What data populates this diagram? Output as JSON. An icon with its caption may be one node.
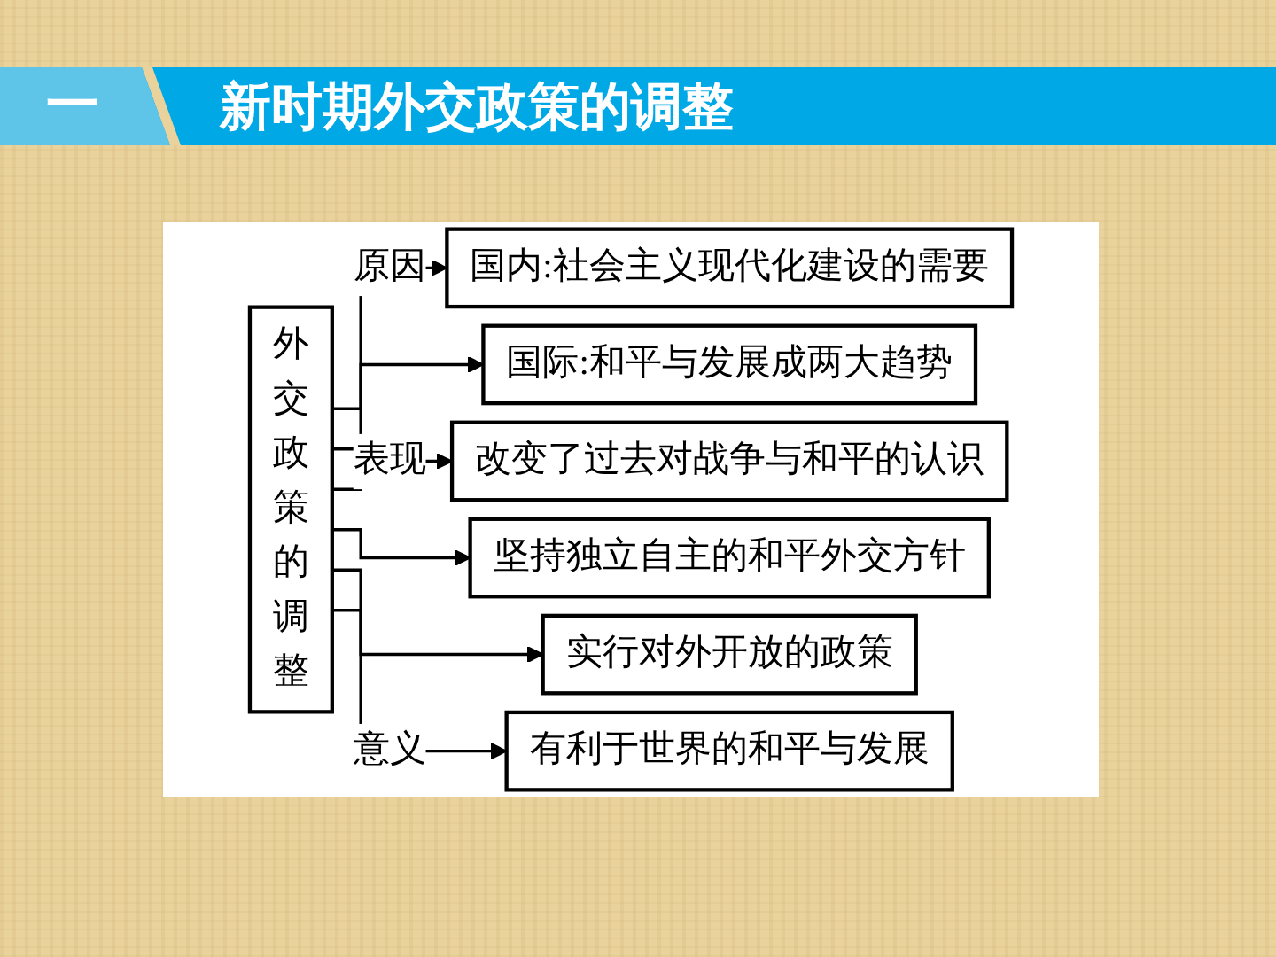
{
  "diagram": {
    "title": "新时期外交政策的调整",
    "nodes": [
      {
        "text": [
          "外交政策的调整"
        ]
      },
      {
        "text": [
          "国内:社会主义现代化建设的需要"
        ]
      },
      {
        "text": [
          "国际:和平与发展成两大趋势"
        ]
      },
      {
        "text": [
          "改变了过去对战争与和平的认识"
        ]
      },
      {
        "text": [
          "坚持独立自主的和平外交方针"
        ]
      },
      {
        "text": [
          "实行对外开放的政策"
        ]
      },
      {
        "text": [
          "有利于世界的和平与发展"
        ]
      }
    ],
    "edges": [
      {
        "from": 0,
        "to": 1,
        "arrow": "to",
        "label": "原因"
      },
      {
        "from": 0,
        "to": 2,
        "arrow": "to"
      },
      {
        "from": 0,
        "to": 3,
        "arrow": "to",
        "label": "表现"
      },
      {
        "from": 0,
        "to": 4,
        "arrow": "to"
      },
      {
        "from": 0,
        "to": 5,
        "arrow": "to"
      },
      {
        "from": 0,
        "to": 6,
        "arrow": "to",
        "label": "意义"
      }
    ],
    "labels": [
      "一"
    ]
  }
}
